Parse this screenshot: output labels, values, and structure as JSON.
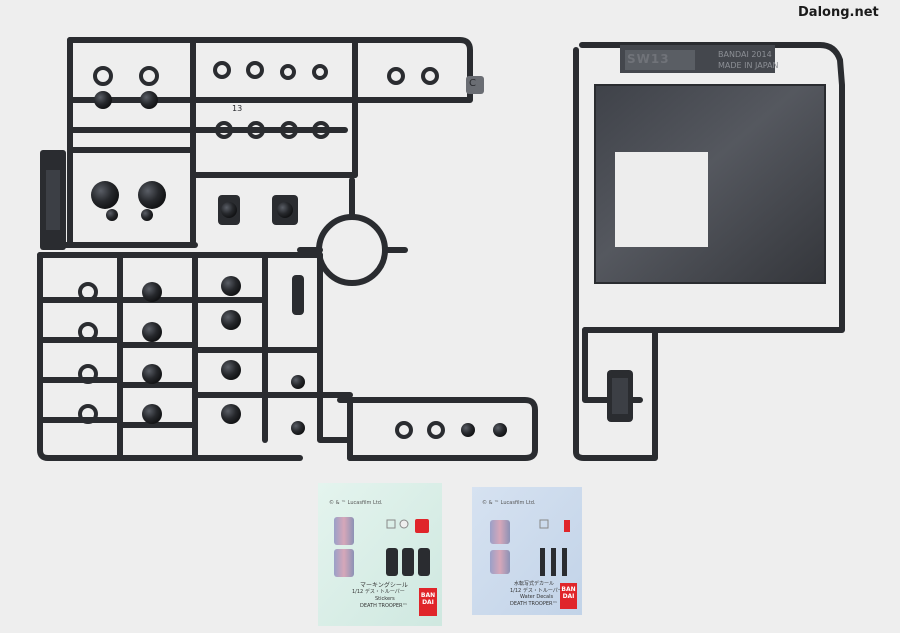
{
  "watermark": "Dalong.net",
  "runner_right": {
    "tag_left": "SW13",
    "brand": "BANDAI 2014",
    "origin": "MADE IN JAPAN"
  },
  "runner_left": {
    "gate_letter": "C",
    "part_number": "13"
  },
  "decal_sheet_1": {
    "copyright": "© & ™ Lucasfilm Ltd.",
    "title_jp": "マーキングシール",
    "scale": "1/12 デス・トルーパー",
    "type_en": "Stickers",
    "product": "DEATH TROOPER™",
    "logo": "BAN DAI"
  },
  "decal_sheet_2": {
    "copyright": "© & ™ Lucasfilm Ltd.",
    "title_jp": "水転写式デカール",
    "scale": "1/12 デス・トルーパー",
    "type_en": "Water Decals",
    "product": "DEATH TROOPER™",
    "logo": "BAN DAI"
  },
  "colors": {
    "background": "#eeeeee",
    "plastic": "#2a2c30",
    "plastic_highlight": "#50545b",
    "sheet_green": "#d8efe8",
    "sheet_blue": "#c9d8ec",
    "bandai_red": "#e0252a"
  }
}
